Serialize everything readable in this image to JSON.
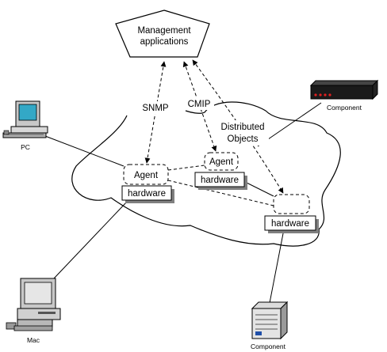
{
  "diagram": {
    "management": {
      "line1": "Management",
      "line2": "applications"
    },
    "protocols": {
      "snmp": "SNMP",
      "cmip": "CMIP"
    },
    "distributed": {
      "line1": "Distributed",
      "line2": "Objects"
    },
    "agents": [
      {
        "label": "Agent",
        "hardware": "hardware"
      },
      {
        "label": "Agent",
        "hardware": "hardware"
      },
      {
        "label": "",
        "hardware": "hardware"
      }
    ],
    "devices": {
      "pc": "PC",
      "mac": "Mac",
      "component_top": "Component",
      "component_bottom": "Component"
    }
  }
}
